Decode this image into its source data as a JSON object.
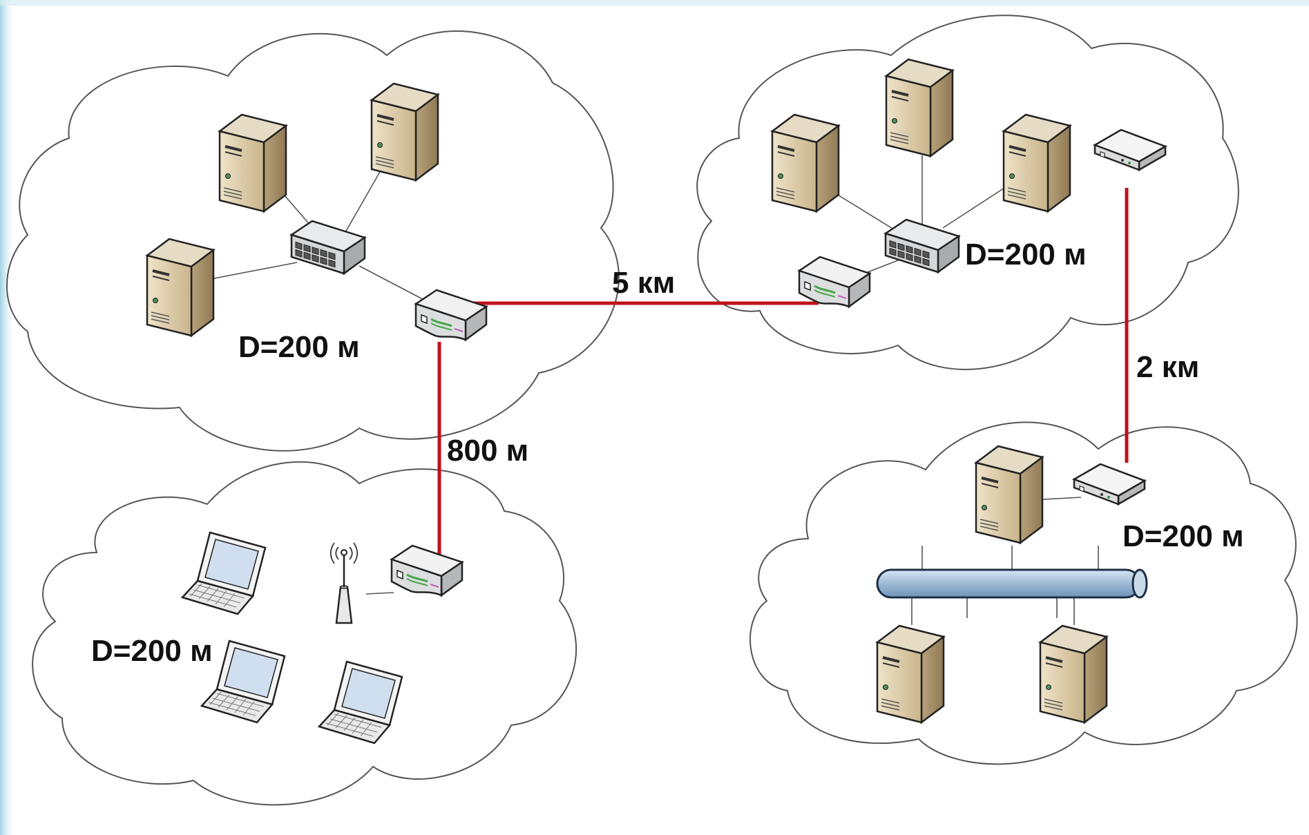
{
  "colors": {
    "link": "#c0121b",
    "cloud_stroke": "#555555",
    "server_body": "#d9c7a3",
    "bus_pipe": "#a9c4dc",
    "edge_tint": "#bfe3f0"
  },
  "labels": {
    "cloud_top_left_diameter": "D=200 м",
    "cloud_top_right_diameter": "D=200 м",
    "cloud_bottom_left_diameter": "D=200 м",
    "cloud_bottom_right_diameter": "D=200 м",
    "link_5km": "5 км",
    "link_800m": "800 м",
    "link_2km": "2 км"
  },
  "icons": [
    "server-icon",
    "switch-icon",
    "router-icon",
    "modem-icon",
    "laptop-icon",
    "wireless-access-point-icon",
    "bus-cable-icon",
    "cloud-icon"
  ]
}
